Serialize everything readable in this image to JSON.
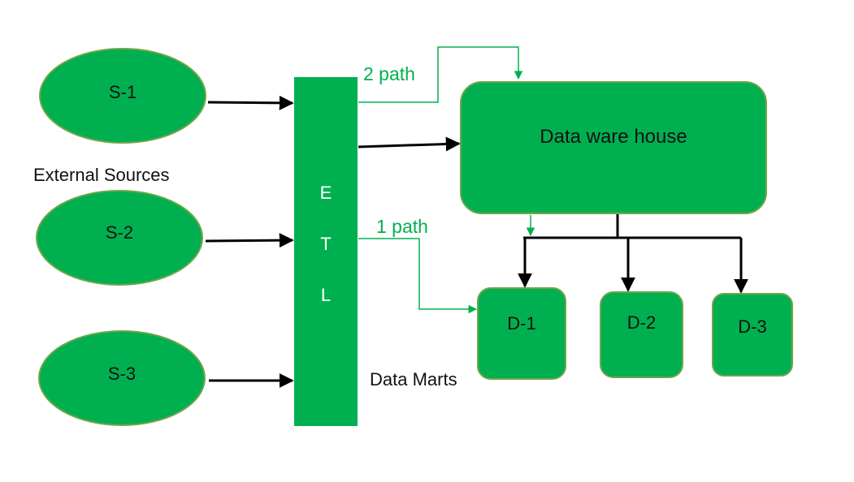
{
  "colors": {
    "fill": "#00b050",
    "stroke": "#70a54a",
    "arrow": "#000000",
    "path_line": "#00b050"
  },
  "sources": {
    "caption": "External Sources",
    "items": [
      "S-1",
      "S-2",
      "S-3"
    ]
  },
  "etl": {
    "letters": [
      "E",
      "T",
      "L"
    ]
  },
  "warehouse": {
    "label": "Data ware house"
  },
  "marts": {
    "caption": "Data Marts",
    "items": [
      "D-1",
      "D-2",
      "D-3"
    ]
  },
  "paths": {
    "two": "2 path",
    "one": "1 path"
  }
}
